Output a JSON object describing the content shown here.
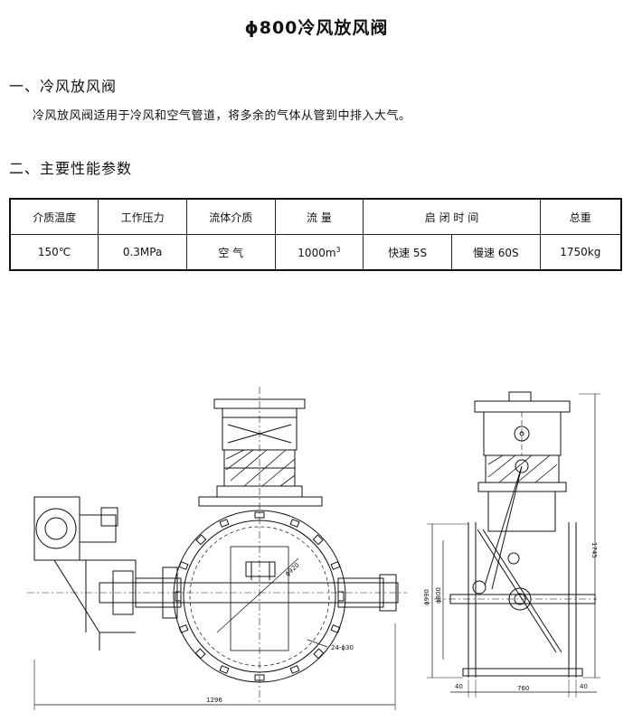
{
  "title": "ϕ800冷风放风阀",
  "section1": {
    "heading": "一、冷风放风阀",
    "description": "冷风放风阀适用于冷风和空气管道，将多余的气体从管到中排入大气。"
  },
  "section2": {
    "heading": "二、主要性能参数",
    "table": {
      "headers": [
        "介质温度",
        "工作压力",
        "流体介质",
        "流 量",
        "启 闭 时 间",
        "总重"
      ],
      "row": {
        "temperature": "150℃",
        "pressure": "0.3MPa",
        "medium": "空 气",
        "flow": "1000m",
        "flow_sup": "3",
        "fast_time": "快速 5S",
        "slow_time": "慢速 60S",
        "weight": "1750kg"
      }
    }
  },
  "drawing": {
    "dims": {
      "d920": "ϕ920",
      "holes": "24-ϕ30",
      "len1296": "1296",
      "d990": "ϕ990",
      "d800": "ϕ800",
      "h1745": "1745",
      "w40a": "40",
      "w760": "760",
      "w40b": "40"
    }
  }
}
